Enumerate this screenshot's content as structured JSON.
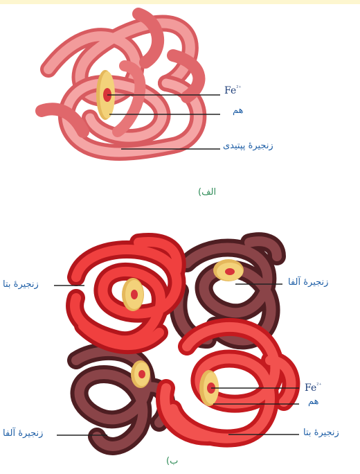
{
  "panel_a": {
    "labels": {
      "iron": "Fe",
      "iron_charge": "²⁺",
      "heme": "هم",
      "peptide_chain": "زنجیرهٔ پپتیدی"
    },
    "caption": "الف)",
    "colors": {
      "chain": "#e46a6c",
      "heme_ring": "#f3d27a",
      "heme_center": "#d8343a"
    }
  },
  "panel_b": {
    "labels": {
      "beta_top": "زنجیرهٔ بتا",
      "alpha_top": "زنجیرهٔ آلفا",
      "iron": "Fe",
      "iron_charge": "²⁺",
      "heme": "هم",
      "beta_bottom": "زنجیرهٔ بتا",
      "alpha_bottom": "زنجیرهٔ آلفا"
    },
    "caption": "ب)",
    "colors": {
      "beta": "#e8252a",
      "alpha": "#6a2a2e",
      "heme_ring": "#f3d27a",
      "heme_center": "#d8343a"
    }
  }
}
